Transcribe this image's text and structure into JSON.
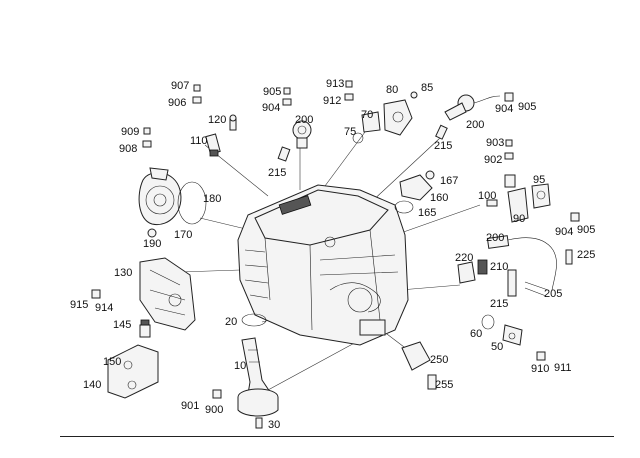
{
  "callouts": [
    {
      "id": "907",
      "text": "907"
    },
    {
      "id": "906",
      "text": "906"
    },
    {
      "id": "905a",
      "text": "905"
    },
    {
      "id": "904a",
      "text": "904"
    },
    {
      "id": "913",
      "text": "913"
    },
    {
      "id": "912",
      "text": "912"
    },
    {
      "id": "80",
      "text": "80"
    },
    {
      "id": "85",
      "text": "85"
    },
    {
      "id": "904b",
      "text": "904"
    },
    {
      "id": "905b",
      "text": "905"
    },
    {
      "id": "120",
      "text": "120"
    },
    {
      "id": "200a",
      "text": "200"
    },
    {
      "id": "70",
      "text": "70"
    },
    {
      "id": "75",
      "text": "75"
    },
    {
      "id": "200b",
      "text": "200"
    },
    {
      "id": "909",
      "text": "909"
    },
    {
      "id": "908",
      "text": "908"
    },
    {
      "id": "110",
      "text": "110"
    },
    {
      "id": "215a",
      "text": "215"
    },
    {
      "id": "215b",
      "text": "215"
    },
    {
      "id": "903",
      "text": "903"
    },
    {
      "id": "902",
      "text": "902"
    },
    {
      "id": "167",
      "text": "167"
    },
    {
      "id": "95",
      "text": "95"
    },
    {
      "id": "180",
      "text": "180"
    },
    {
      "id": "160",
      "text": "160"
    },
    {
      "id": "100",
      "text": "100"
    },
    {
      "id": "165",
      "text": "165"
    },
    {
      "id": "90",
      "text": "90"
    },
    {
      "id": "190",
      "text": "190"
    },
    {
      "id": "170",
      "text": "170"
    },
    {
      "id": "904c",
      "text": "904"
    },
    {
      "id": "905c",
      "text": "905"
    },
    {
      "id": "200c",
      "text": "200"
    },
    {
      "id": "225",
      "text": "225"
    },
    {
      "id": "220",
      "text": "220"
    },
    {
      "id": "210",
      "text": "210"
    },
    {
      "id": "130",
      "text": "130"
    },
    {
      "id": "205",
      "text": "205"
    },
    {
      "id": "215c",
      "text": "215"
    },
    {
      "id": "915",
      "text": "915"
    },
    {
      "id": "914",
      "text": "914"
    },
    {
      "id": "20",
      "text": "20"
    },
    {
      "id": "145",
      "text": "145"
    },
    {
      "id": "60",
      "text": "60"
    },
    {
      "id": "50",
      "text": "50"
    },
    {
      "id": "250",
      "text": "250"
    },
    {
      "id": "10",
      "text": "10"
    },
    {
      "id": "150",
      "text": "150"
    },
    {
      "id": "910",
      "text": "910"
    },
    {
      "id": "911",
      "text": "911"
    },
    {
      "id": "140",
      "text": "140"
    },
    {
      "id": "255",
      "text": "255"
    },
    {
      "id": "901",
      "text": "901"
    },
    {
      "id": "900",
      "text": "900"
    },
    {
      "id": "30",
      "text": "30"
    }
  ]
}
